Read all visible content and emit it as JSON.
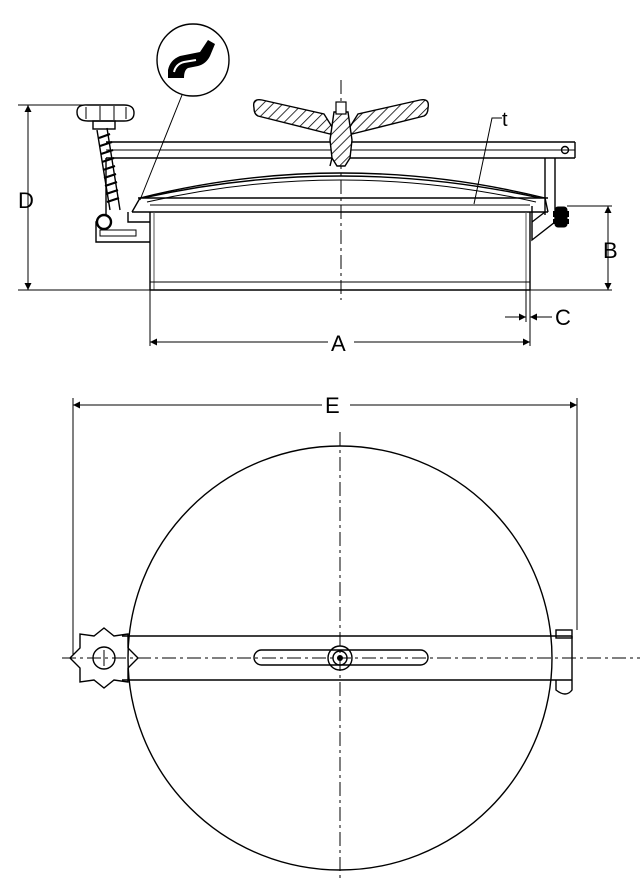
{
  "drawing": {
    "labels": {
      "a": "A",
      "b": "B",
      "c": "C",
      "d": "D",
      "e": "E",
      "t": "t"
    },
    "icons": {
      "detail_callout": "gasket-profile-icon",
      "knob": "star-knob-icon"
    }
  }
}
